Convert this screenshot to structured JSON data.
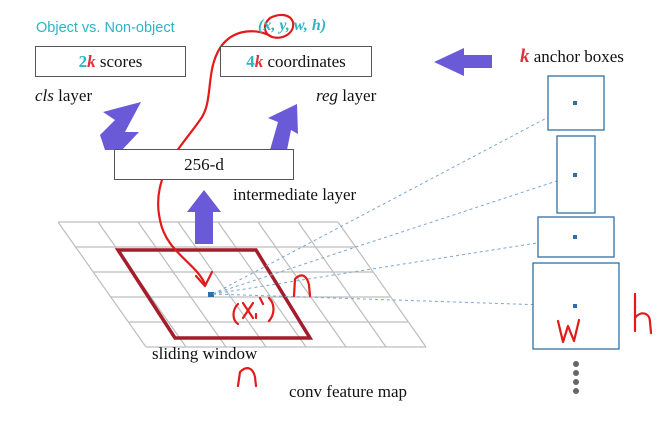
{
  "header": {
    "title": "Object vs. Non-object",
    "tuple": "(x, y, w, h)"
  },
  "cls_box": {
    "prefix": "2",
    "k": "k",
    "suffix": " scores"
  },
  "reg_box": {
    "prefix": "4",
    "k": "k",
    "suffix": " coordinates"
  },
  "anchor_label": {
    "k": "k",
    "text": " anchor boxes"
  },
  "cls_layer": {
    "name": "cls",
    "word": " layer"
  },
  "reg_layer": {
    "name": "reg",
    "word": " layer"
  },
  "intermediate_box": {
    "label": "256-d"
  },
  "intermediate_label": "intermediate layer",
  "sliding_window_label": "sliding window",
  "feature_map_label": "conv feature map",
  "colors": {
    "teal": "#2bb5c5",
    "red": "#e0303a",
    "arrow": "#6a5ad8",
    "anchor": "#2f6fa8",
    "annotation": "#e21a1a"
  },
  "annotations": {
    "xy": "(x, y)",
    "n1": "n",
    "n2": "n",
    "w": "w",
    "h": "h"
  }
}
